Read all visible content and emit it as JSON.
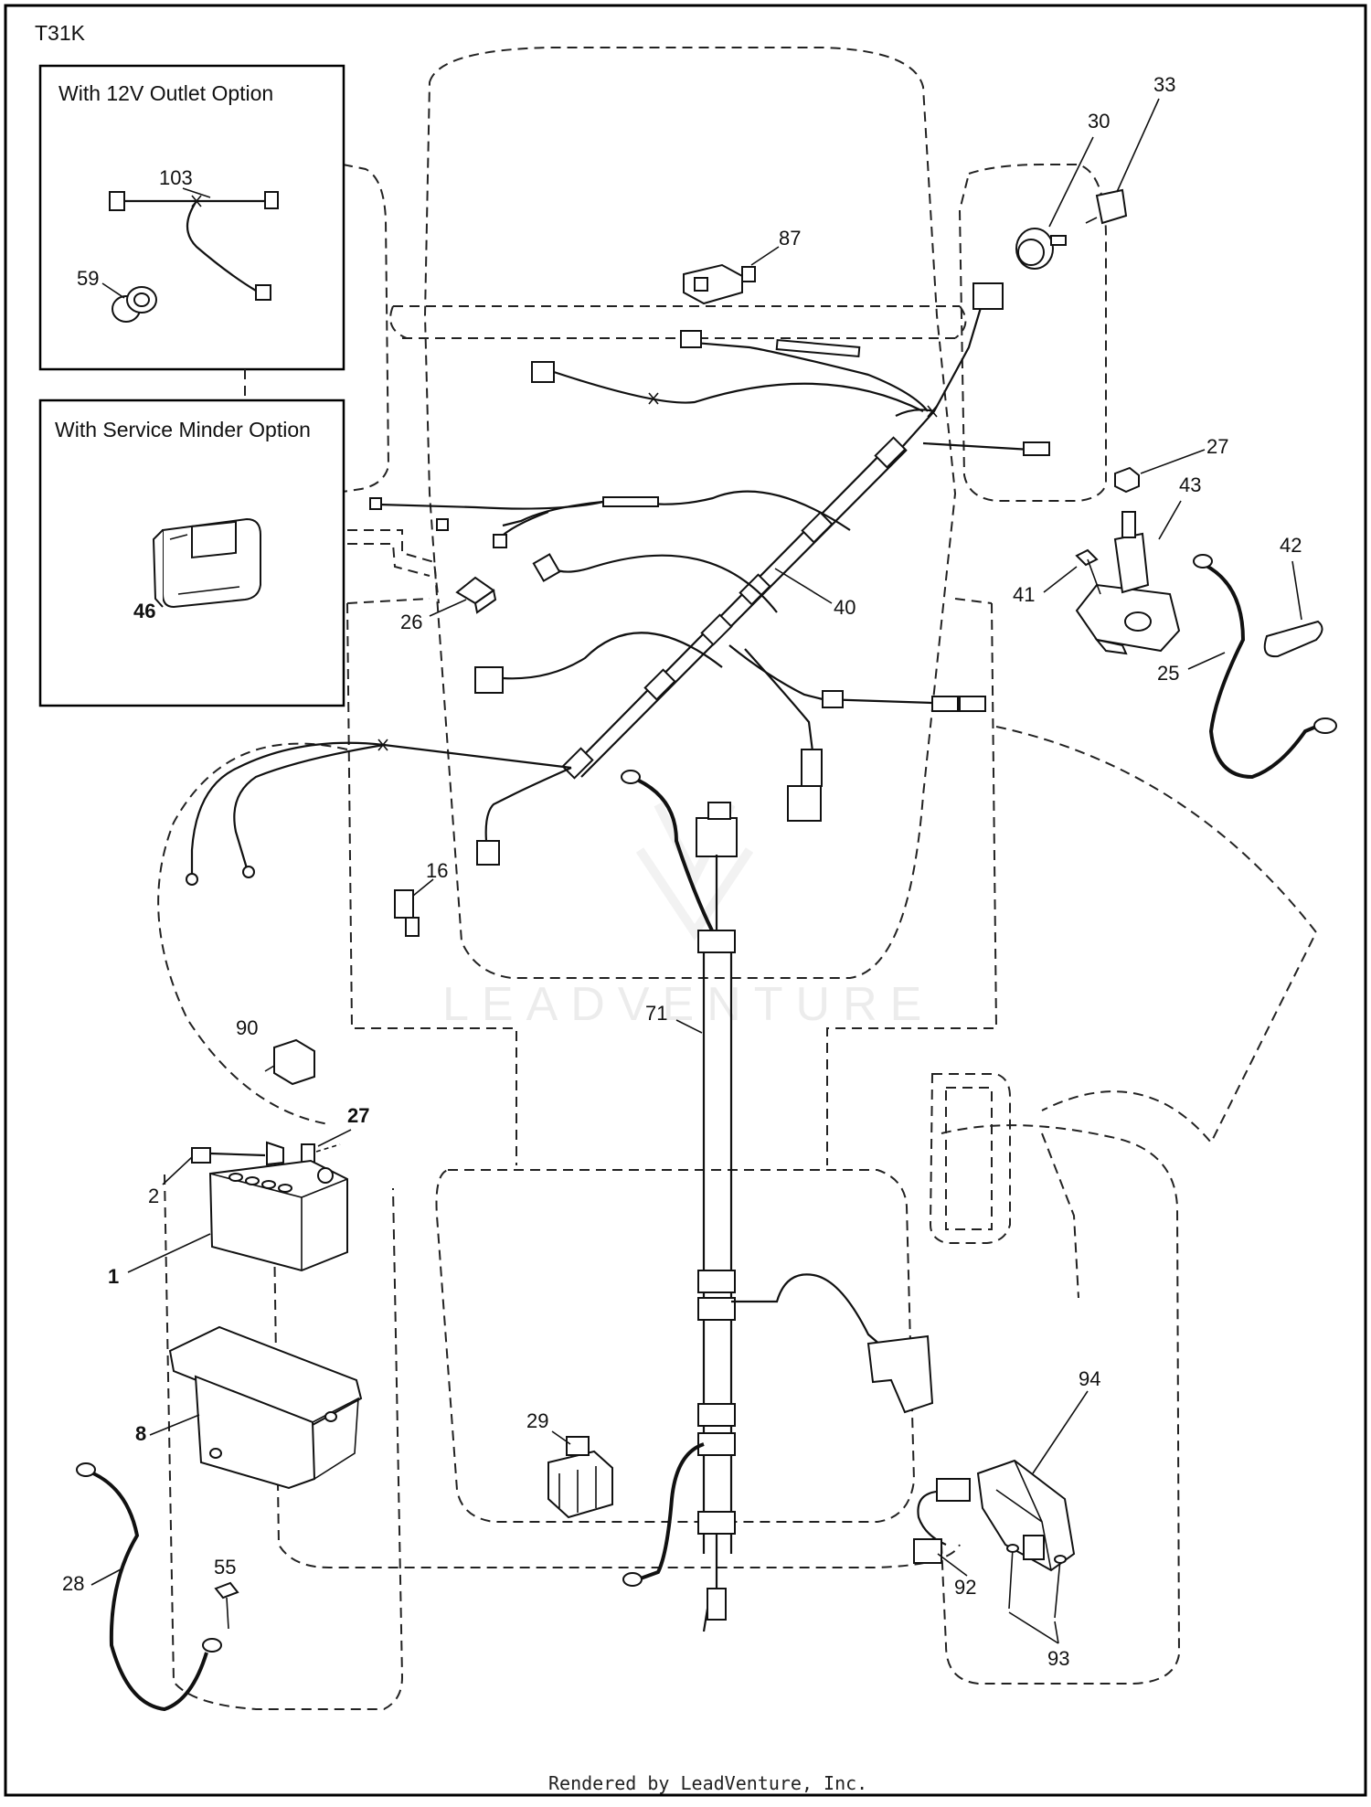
{
  "diagram_id": "T31K",
  "insets": {
    "outlet": {
      "title": "With 12V Outlet Option"
    },
    "minder": {
      "title": "With Service Minder Option"
    }
  },
  "callouts": {
    "c103": "103",
    "c59": "59",
    "c46": "46",
    "c87": "87",
    "c30": "30",
    "c33": "33",
    "c27a": "27",
    "c43": "43",
    "c42": "42",
    "c41": "41",
    "c25": "25",
    "c40": "40",
    "c26": "26",
    "c16": "16",
    "c71": "71",
    "c90": "90",
    "c27b": "27",
    "c2": "2",
    "c1": "1",
    "c8": "8",
    "c28": "28",
    "c55": "55",
    "c29": "29",
    "c94": "94",
    "c92": "92",
    "c93": "93"
  },
  "watermark": "LEADVENTURE",
  "footer": "Rendered by LeadVenture, Inc."
}
